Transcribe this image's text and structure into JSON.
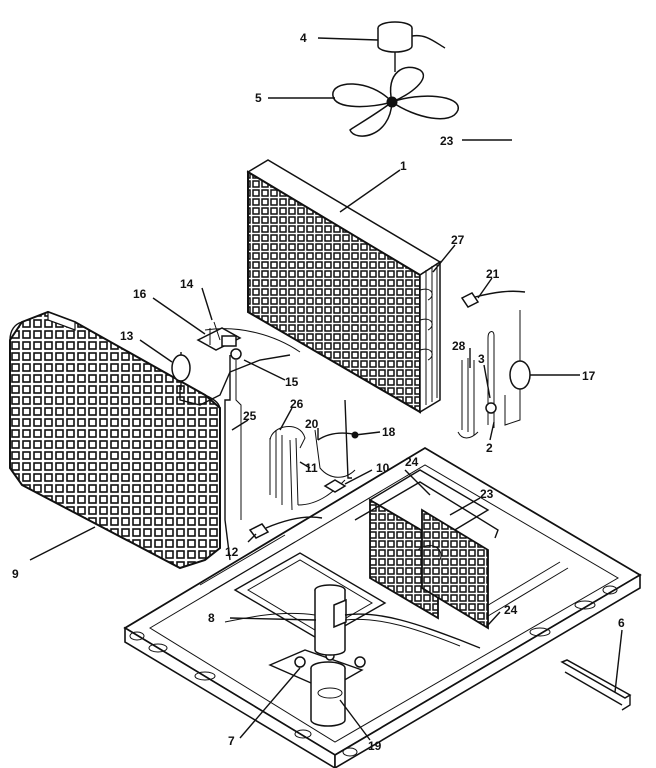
{
  "callouts": {
    "c1": "1",
    "c2": "2",
    "c3": "3",
    "c4": "4",
    "c5": "5",
    "c6": "6",
    "c7": "7",
    "c8": "8",
    "c9": "9",
    "c10": "10",
    "c11": "11",
    "c12": "12",
    "c13": "13",
    "c14": "14",
    "c15": "15",
    "c16": "16",
    "c17": "17",
    "c18": "18",
    "c19": "19",
    "c20": "20",
    "c21": "21",
    "c23a": "23",
    "c23b": "23",
    "c24a": "24",
    "c24b": "24",
    "c25": "25",
    "c26": "26",
    "c27": "27",
    "c28": "28"
  }
}
